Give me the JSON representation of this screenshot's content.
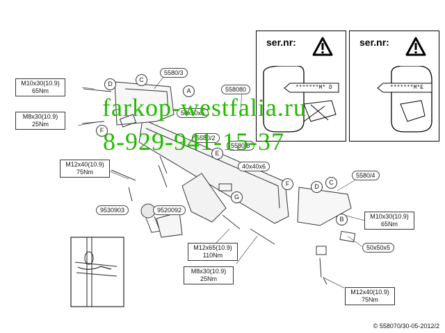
{
  "watermark": {
    "site": "farkop-westfalia.ru",
    "phone": "8-929-941-15-37"
  },
  "warning_panels": [
    {
      "label": "ser.nr:",
      "tag": "*******M*  D"
    },
    {
      "label": "ser.nr:",
      "tag": "*******M*E"
    }
  ],
  "bolts": {
    "m10_top": {
      "size": "M10x30(10.9)",
      "torque": "65Nm"
    },
    "m8_top": {
      "size": "M8x30(10.9)",
      "torque": "25Nm"
    },
    "m12_left": {
      "size": "M12x40(10.9)",
      "torque": "75Nm"
    },
    "m12x65": {
      "size": "M12x65(10.9)",
      "torque": "110Nm"
    },
    "m8_bottom": {
      "size": "M8x30(10.9)",
      "torque": "25Nm"
    },
    "m10_right": {
      "size": "M10x30(10.9)",
      "torque": "65Nm"
    },
    "m12_right": {
      "size": "M12x40(10.9)",
      "torque": "75Nm"
    }
  },
  "parts": {
    "p5580_3": "5580/3",
    "p558080": "558080",
    "p5580_2": "5580/2",
    "p5580_8": "5580/8",
    "p5580_4": "5580/4",
    "p9530903": "9530903",
    "p9520092": "9520092",
    "plate_50x50x5_top": "50x50x5",
    "plate_40x40x6": "40x40x6",
    "plate_50x50x5_right": "50x50x5"
  },
  "letters": {
    "A": "A",
    "B": "B",
    "C_left": "C",
    "C_right": "C",
    "D_left": "D",
    "D_right": "D",
    "E": "E",
    "F_left": "F",
    "F_right": "F",
    "G": "G"
  },
  "footer": {
    "copyright": "© 558070/30-05-2012/2"
  }
}
